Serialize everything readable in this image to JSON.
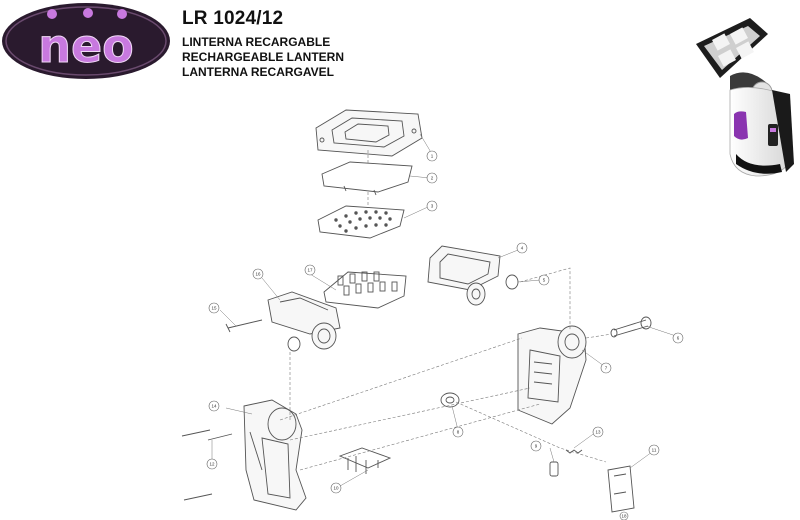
{
  "brand": {
    "logo_text": "neo"
  },
  "header": {
    "model": "LR 1024/12",
    "names": [
      "LINTERNA RECARGABLE",
      "RECHARGEABLE LANTERN",
      "LANTERNA RECARGAVEL"
    ]
  },
  "colors": {
    "brand_purple": "#9b3fb5",
    "logo_bg": "#2a1a2e"
  },
  "callouts": [
    "1",
    "2",
    "3",
    "4",
    "5",
    "6",
    "7",
    "8",
    "9",
    "10",
    "11",
    "12",
    "13",
    "14",
    "15",
    "16",
    "17",
    "18"
  ]
}
